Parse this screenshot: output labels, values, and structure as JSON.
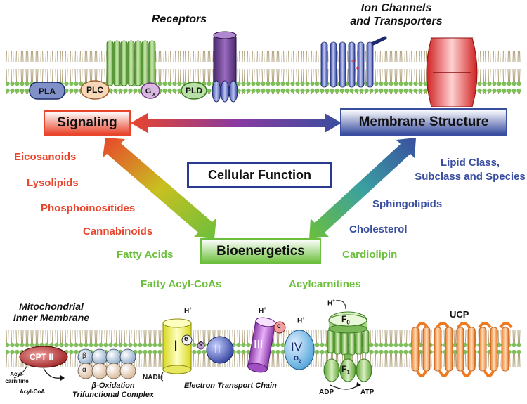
{
  "headers": {
    "receptors": "Receptors",
    "ion_channels": "Ion Channels\nand Transporters",
    "mito_membrane": "Mitochondrial\nInner Membrane"
  },
  "boxes": {
    "signaling": "Signaling",
    "membrane_structure": "Membrane Structure",
    "cellular_function": "Cellular Function",
    "bioenergetics": "Bioenergetics"
  },
  "signaling_lipids": [
    "Eicosanoids",
    "Lysolipids",
    "Phosphoinositides",
    "Cannabinoids"
  ],
  "energy_lipids": {
    "fatty_acids": "Fatty Acids",
    "fatty_acyl_coas": "Fatty Acyl-CoAs",
    "cardiolipin": "Cardiolipin",
    "acylcarnitines": "Acylcarnitines"
  },
  "structure_lipids": {
    "lipid_class": "Lipid Class,\nSubclass and Species",
    "sphingolipids": "Sphingolipids",
    "cholesterol": "Cholesterol"
  },
  "top_membrane": {
    "pla": "PLA",
    "plc": "PLC",
    "gx_base": "G",
    "gx_sub": "x",
    "pld": "PLD"
  },
  "bottom_membrane": {
    "cpt2": "CPT II",
    "acylcarnitine": "Acyl-\ncarnitine",
    "acylcoa": "Acyl-CoA",
    "beta": "β",
    "alpha": "α",
    "beta_ox": "β-Oxidation\nTrifunctional Complex",
    "complex1": "I",
    "e": "e",
    "q": "Q",
    "complex2": "II",
    "complex3": "III",
    "c": "c",
    "complex4": "IV",
    "o2": "O",
    "o2_sub": "2",
    "nadh": "NADH",
    "etc": "Electron Transport Chain",
    "h_plus": "H",
    "plus": "+",
    "f0": "F",
    "f0_sub": "0",
    "f1": "F",
    "f1_sub": "1",
    "adp": "ADP",
    "atp": "ATP",
    "ucp": "UCP"
  },
  "colors": {
    "signaling": "#e8452c",
    "bioenergetics": "#6cbf3c",
    "structure": "#3a4ea0"
  }
}
